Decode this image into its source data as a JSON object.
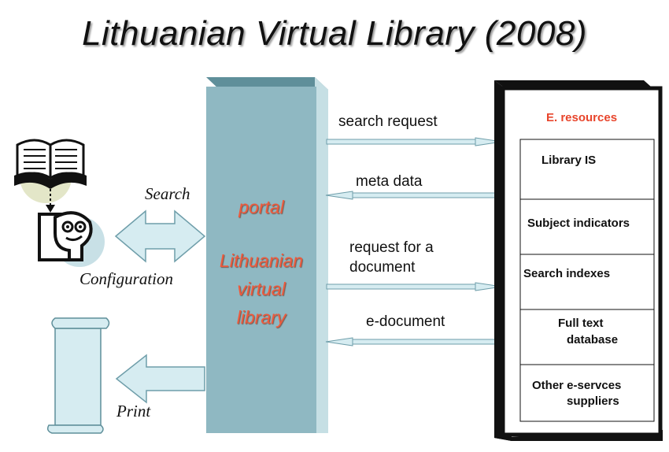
{
  "title": "Lithuanian Virtual Library (2008)",
  "left": {
    "search_label": "Search",
    "configuration_label": "Configuration",
    "print_label": "Print"
  },
  "portal": {
    "label": "portal",
    "name_line1": "Lithuanian",
    "name_line2": "virtual",
    "name_line3": "library"
  },
  "flows": {
    "search_request": "search request",
    "meta_data": "meta data",
    "request_line1": "request for a",
    "request_line2": "document",
    "e_document": "e-document"
  },
  "resources": {
    "title": "E. resources",
    "items": [
      {
        "line1": "Library IS",
        "line2": ""
      },
      {
        "line1": "Subject indicators",
        "line2": ""
      },
      {
        "line1": "Search indexes",
        "line2": ""
      },
      {
        "line1": "Full text",
        "line2": "database"
      },
      {
        "line1": "Other e-servces",
        "line2": "suppliers"
      }
    ]
  },
  "colors": {
    "portal_front": "#8fb8c2",
    "portal_top": "#5f8f9a",
    "portal_side": "#c6dfe4",
    "arrow_fill": "#d6ecf1",
    "arrow_stroke": "#6f9eaa",
    "portal_text": "#ef5a3c",
    "resource_title": "#e8452c"
  }
}
